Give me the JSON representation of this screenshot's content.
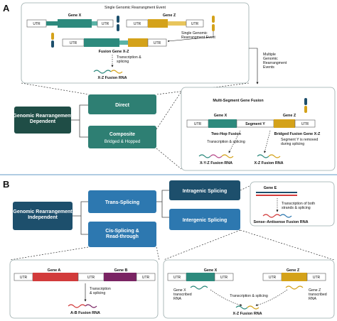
{
  "panels": {
    "a": "A",
    "b": "B"
  },
  "a": {
    "top_box_title": "Single Genomic Rearrangment Event",
    "gene_x": "Gene X",
    "gene_z": "Gene Z",
    "utr": "UTR",
    "second_event": "Single Genomic\nRearrangment Event",
    "fusion_gene_xz": "Fusion Gene X-Z",
    "transcription_splicing": "Transcription &\nsplicing",
    "xz_fusion_rna": "X-Z Fusion RNA",
    "multiple_events": "Multiple\nGenomic\nRearrangment\nEvents",
    "dependent": "Genomic Rearrangement\nDependent",
    "direct": "Direct",
    "composite": "Composite",
    "bridged_hopped": "Bridged & Hopped",
    "multi_title": "Multi-Segment Gene Fusion",
    "segment_y": "Segment Y",
    "two_hop": "Two-Hop Fusion",
    "bridged_fusion": "Bridged Fusion Gene X-Z",
    "multi_ts": "Transcription & splicing",
    "segment_removed": "Segment Y is removed\nduring splicing",
    "xyz_rna": "X-Y-Z Fusion RNA",
    "xz_rna2": "X-Z Fusion RNA"
  },
  "b": {
    "independent": "Genomic Rearrangement\nIndependent",
    "trans_splicing": "Trans-Splicing",
    "cis_splicing": "Cis-Splicing &\nRead-through",
    "intragenic": "Intragenic Splicing",
    "intergenic": "Intergenic Splicing",
    "gene_e": "Gene E",
    "both_strands": "Transcription of both\nstrands & splicing",
    "sense_antisense": "Sense–Antisense Fusion RNA",
    "gene_a": "Gene A",
    "gene_b": "Gene B",
    "ab_ts": "Transcription\n& splicing",
    "ab_rna": "A-B Fusion RNA",
    "gene_x": "Gene X",
    "gene_z": "Gene Z",
    "x_transcribed": "Gene X\ntranscribed\nRNA",
    "z_transcribed": "Gene Z\ntranscribed\nRNA",
    "inter_ts": "Transcription & splicing",
    "xz_rna": "X-Z Fusion RNA",
    "utr": "UTR"
  },
  "colors": {
    "dark_green": "#1f4d46",
    "teal": "#2e7f73",
    "gene_teal": "#2d8a7d",
    "gold": "#d4a21a",
    "dark_blue": "#1d4f6c",
    "mid_blue": "#2d78b0",
    "red": "#d23b3b",
    "purple": "#7a2463"
  }
}
